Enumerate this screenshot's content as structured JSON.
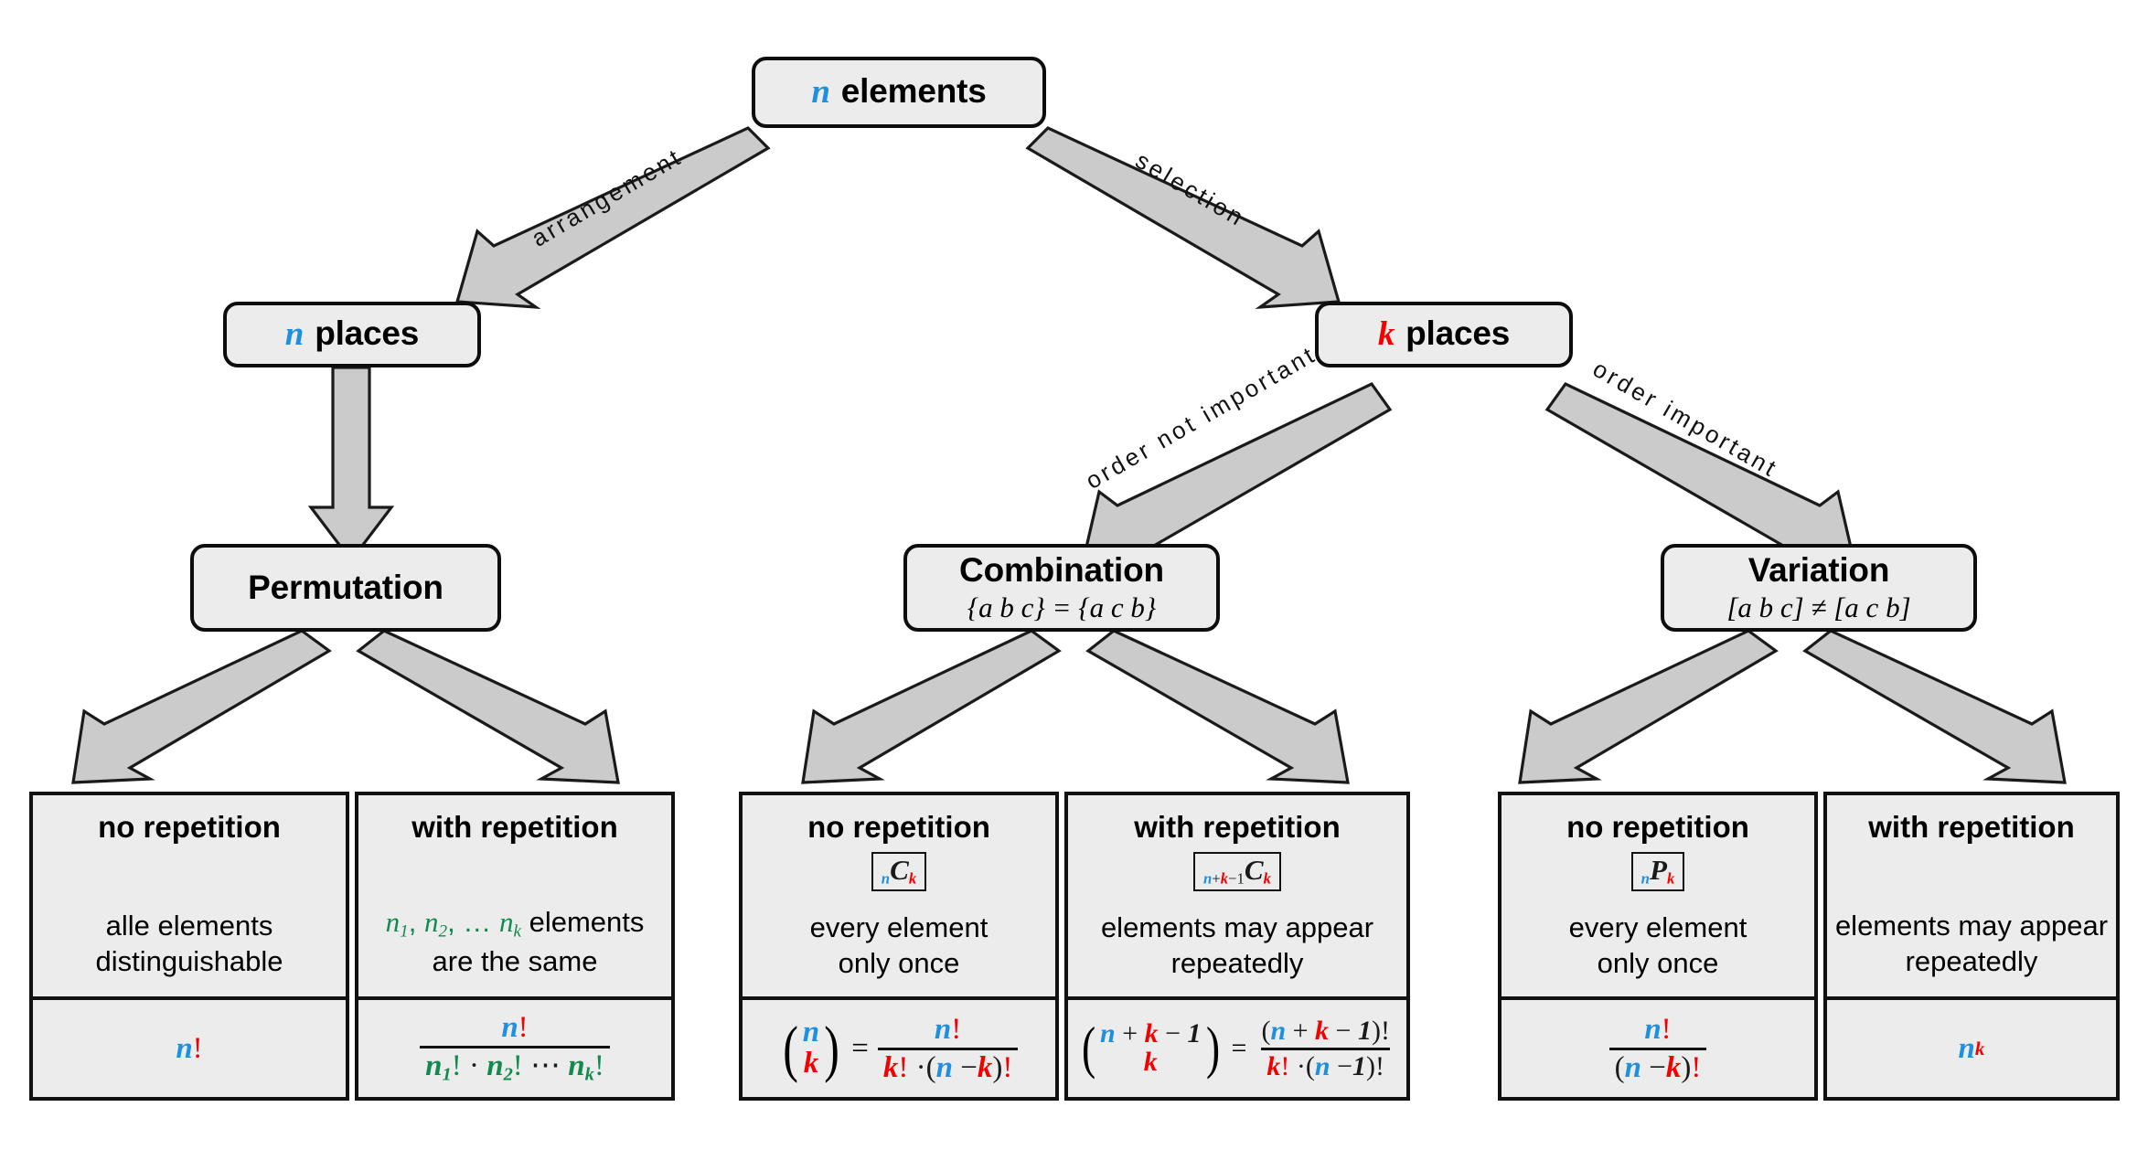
{
  "diagram": {
    "title": "Combinatorics decision tree",
    "colors": {
      "n_color": "#1f8fe0",
      "k_color": "#f40000",
      "repeat_color": "#118a4e",
      "node_fill": "#ececec",
      "node_border": "#0d0d0d",
      "arrow_fill": "#cccccc",
      "arrow_stroke": "#1a1a1a",
      "background": "#ffffff"
    }
  },
  "nodes": {
    "root": {
      "symbol": "n",
      "title": "elements"
    },
    "n_places": {
      "symbol": "n",
      "title": "places"
    },
    "k_places": {
      "symbol": "k",
      "title": "places"
    },
    "permutation": {
      "title": "Permutation",
      "sub": ""
    },
    "combination": {
      "title": "Combination",
      "sub": "{a b c} = {a c b}"
    },
    "variation": {
      "title": "Variation",
      "sub": "[a b c] ≠ [a c b]"
    }
  },
  "edge_labels": {
    "arrangement": "arrangement",
    "selection": "selection",
    "order_not_important": "order not important",
    "order_important": "order important"
  },
  "leaves": [
    {
      "id": "permutation-no-repetition",
      "head": "no repetition",
      "notation": "",
      "desc_lines": [
        "alle elements",
        "distinguishable"
      ],
      "formula_text": "n!"
    },
    {
      "id": "permutation-with-repetition",
      "head": "with repetition",
      "notation": "",
      "desc_lines": [
        "n1, n2, ... nk elements",
        "are the same"
      ],
      "formula_text": "n! / (n1! · n2! ⋯ nk!)"
    },
    {
      "id": "combination-no-repetition",
      "head": "no repetition",
      "notation": "nCk",
      "desc_lines": [
        "every element",
        "only once"
      ],
      "formula_text": "(n over k) = n! / (k! · (n − k)!)"
    },
    {
      "id": "combination-with-repetition",
      "head": "with repetition",
      "notation": "n+k−1Ck",
      "desc_lines": [
        "elements may appear",
        "repeatedly"
      ],
      "formula_text": "(n + k − 1 over k) = (n + k − 1)! / (k! · (n − 1)!)"
    },
    {
      "id": "variation-no-repetition",
      "head": "no repetition",
      "notation": "nPk",
      "desc_lines": [
        "every element",
        "only once"
      ],
      "formula_text": "n! / (n − k)!"
    },
    {
      "id": "variation-with-repetition",
      "head": "with repetition",
      "notation": "",
      "desc_lines": [
        "elements may appear",
        "repeatedly"
      ],
      "formula_text": "n^k"
    }
  ]
}
